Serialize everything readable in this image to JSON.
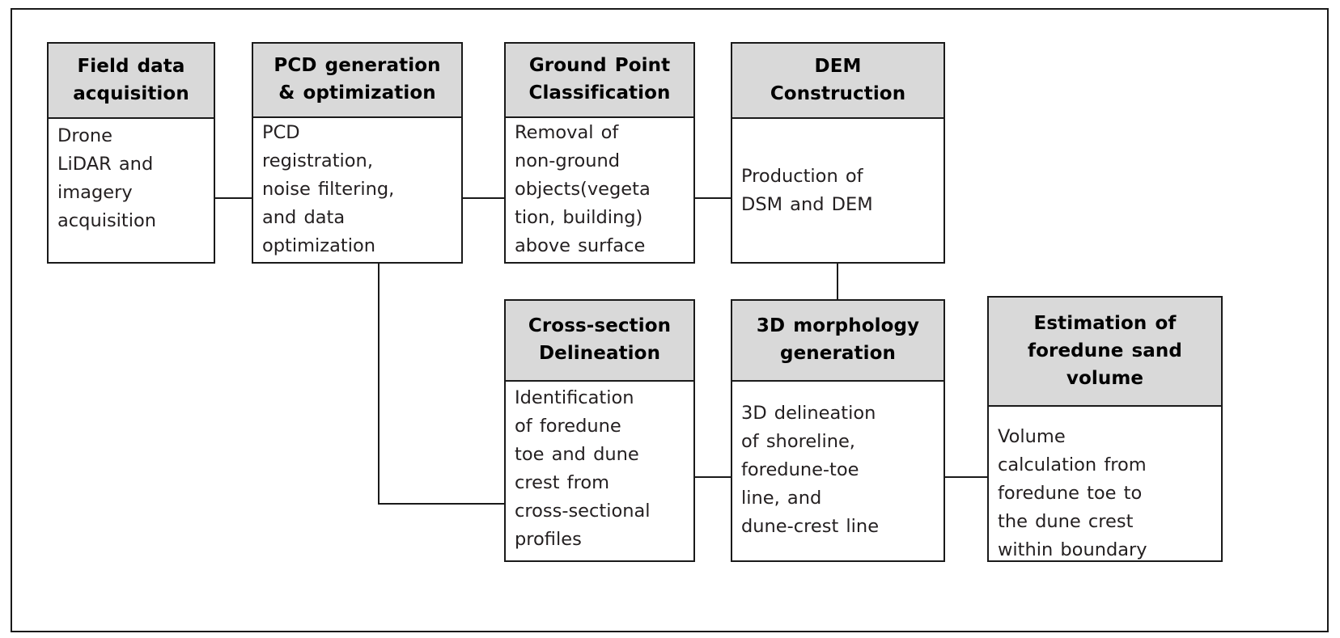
{
  "diagram": {
    "title_visible": false,
    "frame_color": "#1a1a1a",
    "header_fill": "#d9d9d9",
    "body_fill": "#ffffff",
    "text_color": "#231f20",
    "nodes": [
      {
        "id": "field-data-acquisition",
        "header": "Field data\nacquisition",
        "body": "Drone\nLiDAR and\nimagery\nacquisition"
      },
      {
        "id": "pcd-generation-optimization",
        "header": "PCD generation\n& optimization",
        "body": "PCD\nregistration,\nnoise filtering,\nand data\noptimization"
      },
      {
        "id": "ground-point-classification",
        "header": "Ground Point\nClassification",
        "body": "Removal of\nnon-ground\nobjects(vegeta\ntion, building)\nabove surface"
      },
      {
        "id": "dem-construction",
        "header": "DEM\nConstruction",
        "body": "Production of\nDSM and DEM"
      },
      {
        "id": "cross-section-delineation",
        "header": "Cross-section\nDelineation",
        "body": "Identification\nof foredune\ntoe and dune\ncrest from\ncross-sectional\nprofiles"
      },
      {
        "id": "3d-morphology-generation",
        "header": "3D morphology\ngeneration",
        "body": "3D delineation\nof shoreline,\nforedune-toe\nline, and\ndune-crest line"
      },
      {
        "id": "estimation-foredune-sand-volume",
        "header": "Estimation of\nforedune sand\nvolume",
        "body": "Volume\ncalculation from\nforedune toe to\nthe dune crest\nwithin boundary"
      }
    ],
    "connections": [
      {
        "from": "field-data-acquisition",
        "to": "pcd-generation-optimization",
        "kind": "horizontal"
      },
      {
        "from": "pcd-generation-optimization",
        "to": "ground-point-classification",
        "kind": "horizontal"
      },
      {
        "from": "ground-point-classification",
        "to": "dem-construction",
        "kind": "horizontal"
      },
      {
        "from": "dem-construction",
        "to": "3d-morphology-generation",
        "kind": "vertical"
      },
      {
        "from": "pcd-generation-optimization",
        "to": "cross-section-delineation",
        "kind": "elbow"
      },
      {
        "from": "cross-section-delineation",
        "to": "3d-morphology-generation",
        "kind": "horizontal"
      },
      {
        "from": "3d-morphology-generation",
        "to": "estimation-foredune-sand-volume",
        "kind": "horizontal"
      }
    ]
  }
}
